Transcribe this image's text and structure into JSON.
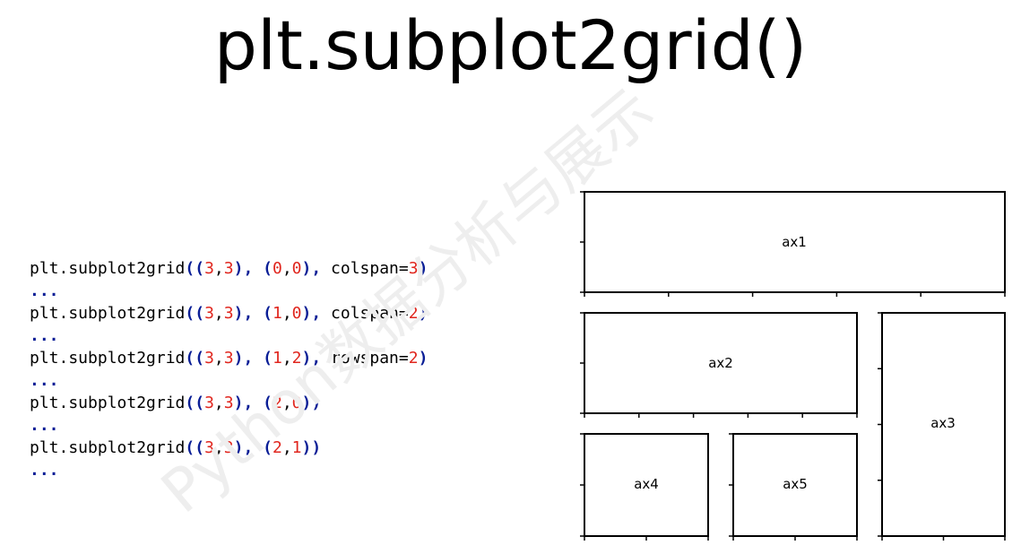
{
  "title": "plt.subplot2grid()",
  "code_lines": [
    [
      {
        "t": "plt.subplot2grid",
        "k": "default"
      },
      {
        "t": "((",
        "k": "paren"
      },
      {
        "t": "3",
        "k": "num"
      },
      {
        "t": ",",
        "k": "default"
      },
      {
        "t": "3",
        "k": "num"
      },
      {
        "t": "), (",
        "k": "paren"
      },
      {
        "t": "0",
        "k": "num"
      },
      {
        "t": ",",
        "k": "default"
      },
      {
        "t": "0",
        "k": "num"
      },
      {
        "t": "), ",
        "k": "paren"
      },
      {
        "t": "colspan=",
        "k": "default"
      },
      {
        "t": "3",
        "k": "num"
      },
      {
        "t": ")",
        "k": "paren"
      }
    ],
    [
      {
        "t": "...",
        "k": "dots"
      }
    ],
    [
      {
        "t": "plt.subplot2grid",
        "k": "default"
      },
      {
        "t": "((",
        "k": "paren"
      },
      {
        "t": "3",
        "k": "num"
      },
      {
        "t": ",",
        "k": "default"
      },
      {
        "t": "3",
        "k": "num"
      },
      {
        "t": "), (",
        "k": "paren"
      },
      {
        "t": "1",
        "k": "num"
      },
      {
        "t": ",",
        "k": "default"
      },
      {
        "t": "0",
        "k": "num"
      },
      {
        "t": "), ",
        "k": "paren"
      },
      {
        "t": "colspan=",
        "k": "default"
      },
      {
        "t": "2",
        "k": "num"
      },
      {
        "t": ")",
        "k": "paren"
      }
    ],
    [
      {
        "t": "...",
        "k": "dots"
      }
    ],
    [
      {
        "t": "plt.subplot2grid",
        "k": "default"
      },
      {
        "t": "((",
        "k": "paren"
      },
      {
        "t": "3",
        "k": "num"
      },
      {
        "t": ",",
        "k": "default"
      },
      {
        "t": "3",
        "k": "num"
      },
      {
        "t": "), (",
        "k": "paren"
      },
      {
        "t": "1",
        "k": "num"
      },
      {
        "t": ",",
        "k": "default"
      },
      {
        "t": "2",
        "k": "num"
      },
      {
        "t": "), ",
        "k": "paren"
      },
      {
        "t": "rowspan=",
        "k": "default"
      },
      {
        "t": "2",
        "k": "num"
      },
      {
        "t": ")",
        "k": "paren"
      }
    ],
    [
      {
        "t": "...",
        "k": "dots"
      }
    ],
    [
      {
        "t": "plt.subplot2grid",
        "k": "default"
      },
      {
        "t": "((",
        "k": "paren"
      },
      {
        "t": "3",
        "k": "num"
      },
      {
        "t": ",",
        "k": "default"
      },
      {
        "t": "3",
        "k": "num"
      },
      {
        "t": "), (",
        "k": "paren"
      },
      {
        "t": "2",
        "k": "num"
      },
      {
        "t": ",",
        "k": "default"
      },
      {
        "t": "0",
        "k": "num"
      },
      {
        "t": "))",
        "k": "paren"
      }
    ],
    [
      {
        "t": "...",
        "k": "dots"
      }
    ],
    [
      {
        "t": "plt.subplot2grid",
        "k": "default"
      },
      {
        "t": "((",
        "k": "paren"
      },
      {
        "t": "3",
        "k": "num"
      },
      {
        "t": ",",
        "k": "default"
      },
      {
        "t": "3",
        "k": "num"
      },
      {
        "t": "), (",
        "k": "paren"
      },
      {
        "t": "2",
        "k": "num"
      },
      {
        "t": ",",
        "k": "default"
      },
      {
        "t": "1",
        "k": "num"
      },
      {
        "t": "))",
        "k": "paren"
      }
    ],
    [
      {
        "t": "...",
        "k": "dots"
      }
    ]
  ],
  "axes_labels": {
    "ax1": "ax1",
    "ax2": "ax2",
    "ax3": "ax3",
    "ax4": "ax4",
    "ax5": "ax5"
  },
  "watermark_text": "Python数据分析与展示",
  "colors": {
    "code_paren": "#0a1e96",
    "code_number": "#e0261e",
    "frame": "#000000",
    "watermark": "#eeeeee"
  }
}
